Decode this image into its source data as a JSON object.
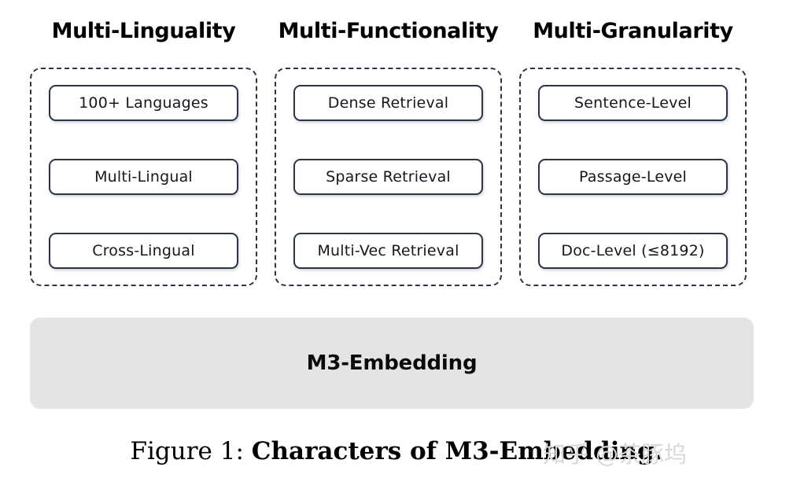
{
  "figure": {
    "columns": [
      {
        "header": "Multi-Linguality",
        "items": [
          "100+ Languages",
          "Multi-Lingual",
          "Cross-Lingual"
        ]
      },
      {
        "header": "Multi-Functionality",
        "items": [
          "Dense Retrieval",
          "Sparse Retrieval",
          "Multi-Vec Retrieval"
        ]
      },
      {
        "header": "Multi-Granularity",
        "items": [
          "Sentence-Level",
          "Passage-Level",
          "Doc-Level (≤8192)"
        ]
      }
    ],
    "base": {
      "label": "M3-Embedding",
      "fill_color": "#e4e4e4"
    },
    "style": {
      "group_border_color": "#2b3546",
      "item_border_color": "#2b3546",
      "text_color": "#15181d"
    }
  },
  "caption": {
    "prefix": "Figure 1: ",
    "title": "Characters of M3-Embedding."
  },
  "watermark": {
    "logo": "知乎",
    "handle": "@茶豚坞",
    "color": "#d8d8d8"
  }
}
